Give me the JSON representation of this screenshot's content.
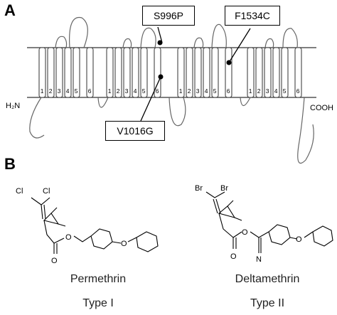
{
  "panels": {
    "a": "A",
    "b": "B"
  },
  "mutations": [
    {
      "label": "S996P"
    },
    {
      "label": "F1534C"
    },
    {
      "label": "V1016G"
    }
  ],
  "termini": {
    "n": "H₂N",
    "c": "COOH"
  },
  "segment_labels": [
    "1",
    "2",
    "3",
    "4",
    "5",
    "6"
  ],
  "compounds": [
    {
      "name": "Permethrin",
      "type": "Type I"
    },
    {
      "name": "Deltamethrin",
      "type": "Type II"
    }
  ],
  "atoms": {
    "cl": "Cl",
    "br": "Br",
    "o": "O",
    "n": "N"
  }
}
